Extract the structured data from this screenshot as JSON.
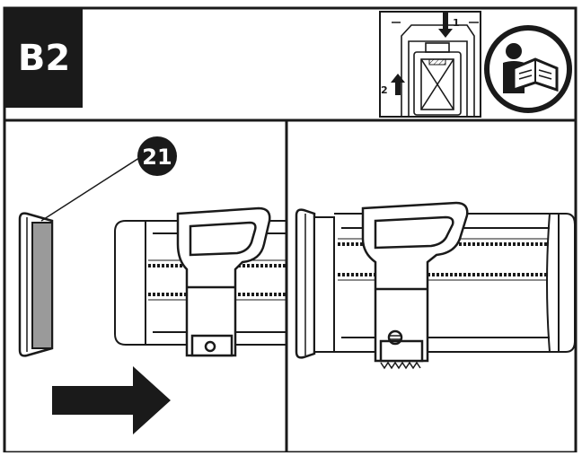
{
  "header": {
    "step_label": "B2",
    "thumbnail_step_1": "1",
    "thumbnail_step_2": "2",
    "manual_icon": "read-manual-icon"
  },
  "left_panel": {
    "part_callout": "21",
    "arrow_icon": "push-right-arrow-icon"
  },
  "colors": {
    "ink": "#1a1a1a",
    "part_fill": "#9a9a9a",
    "background": "#ffffff"
  }
}
